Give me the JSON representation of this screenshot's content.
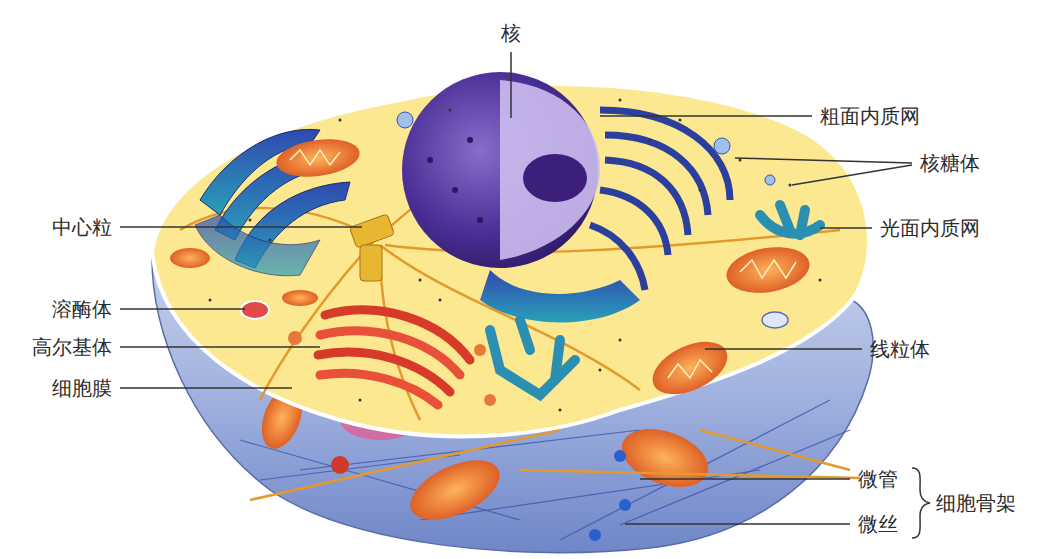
{
  "diagram": {
    "labels": [
      "核",
      "粗面内质网",
      "核糖体",
      "光面内质网",
      "中心粒",
      "溶酶体",
      "高尔基体",
      "细胞膜",
      "线粒体",
      "微管",
      "微丝",
      "细胞骨架"
    ]
  }
}
